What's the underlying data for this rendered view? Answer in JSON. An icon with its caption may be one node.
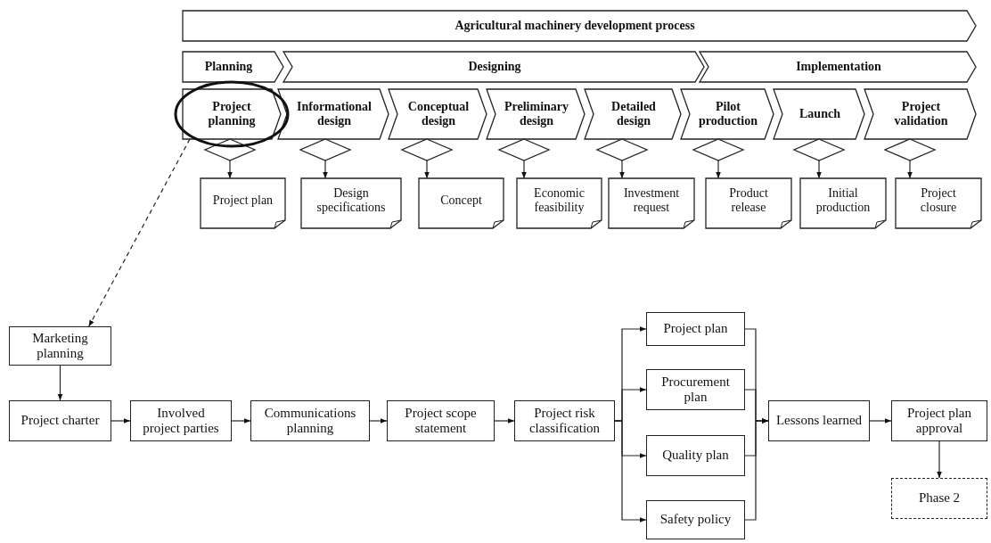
{
  "diagram": {
    "nodes": [
      {
        "text": [
          "Agricultural machinery development process"
        ]
      },
      {
        "text": [
          "Planning"
        ]
      },
      {
        "text": [
          "Designing"
        ]
      },
      {
        "text": [
          "Implementation"
        ]
      },
      {
        "text": [
          "Project planning"
        ]
      },
      {
        "text": [
          "Informational design"
        ]
      },
      {
        "text": [
          "Conceptual design"
        ]
      },
      {
        "text": [
          "Preliminary design"
        ]
      },
      {
        "text": [
          "Detailed design"
        ]
      },
      {
        "text": [
          "Pilot production"
        ]
      },
      {
        "text": [
          "Launch"
        ]
      },
      {
        "text": [
          "Project validation"
        ]
      },
      {
        "text": [],
        "shape": "diamond"
      },
      {
        "text": [],
        "shape": "diamond"
      },
      {
        "text": [],
        "shape": "diamond"
      },
      {
        "text": [],
        "shape": "diamond"
      },
      {
        "text": [],
        "shape": "diamond"
      },
      {
        "text": [],
        "shape": "diamond"
      },
      {
        "text": [],
        "shape": "diamond"
      },
      {
        "text": [],
        "shape": "diamond"
      },
      {
        "text": [
          "Project plan"
        ]
      },
      {
        "text": [
          "Design specifications"
        ]
      },
      {
        "text": [
          "Concept"
        ]
      },
      {
        "text": [
          "Economic feasibility"
        ]
      },
      {
        "text": [
          "Investment request"
        ]
      },
      {
        "text": [
          "Product release"
        ]
      },
      {
        "text": [
          "Initial production"
        ]
      },
      {
        "text": [
          "Project closure"
        ]
      },
      {
        "text": [
          "Marketing planning"
        ]
      },
      {
        "text": [
          "Project charter"
        ]
      },
      {
        "text": [
          "Involved project parties"
        ]
      },
      {
        "text": [
          "Communications planning"
        ]
      },
      {
        "text": [
          "Project scope statement"
        ]
      },
      {
        "text": [
          "Project risk classification"
        ]
      },
      {
        "text": [
          "Project plan"
        ]
      },
      {
        "text": [
          "Procurement plan"
        ]
      },
      {
        "text": [
          "Quality plan"
        ]
      },
      {
        "text": [
          "Safety policy"
        ]
      },
      {
        "text": [
          "Lessons learned"
        ]
      },
      {
        "text": [
          "Project plan approval"
        ]
      },
      {
        "text": [
          "Phase 2"
        ]
      }
    ],
    "edges": [
      {
        "from": 12,
        "to": 20,
        "arrow": "to"
      },
      {
        "from": 13,
        "to": 21,
        "arrow": "to"
      },
      {
        "from": 14,
        "to": 22,
        "arrow": "to"
      },
      {
        "from": 15,
        "to": 23,
        "arrow": "to"
      },
      {
        "from": 16,
        "to": 24,
        "arrow": "to"
      },
      {
        "from": 17,
        "to": 25,
        "arrow": "to"
      },
      {
        "from": 18,
        "to": 26,
        "arrow": "to"
      },
      {
        "from": 19,
        "to": 27,
        "arrow": "to"
      },
      {
        "from": 4,
        "to": 28,
        "arrow": "to",
        "style": "dashed"
      },
      {
        "from": 28,
        "to": 29,
        "arrow": "to"
      },
      {
        "from": 29,
        "to": 30,
        "arrow": "to"
      },
      {
        "from": 30,
        "to": 31,
        "arrow": "to"
      },
      {
        "from": 31,
        "to": 32,
        "arrow": "to"
      },
      {
        "from": 32,
        "to": 33,
        "arrow": "to"
      },
      {
        "from": 33,
        "to": 34,
        "arrow": "to"
      },
      {
        "from": 33,
        "to": 35,
        "arrow": "to"
      },
      {
        "from": 33,
        "to": 36,
        "arrow": "to"
      },
      {
        "from": 33,
        "to": 37,
        "arrow": "to"
      },
      {
        "from": 34,
        "to": 38,
        "arrow": "to"
      },
      {
        "from": 35,
        "to": 38,
        "arrow": "to"
      },
      {
        "from": 36,
        "to": 38,
        "arrow": "to"
      },
      {
        "from": 37,
        "to": 38,
        "arrow": "to"
      },
      {
        "from": 38,
        "to": 39,
        "arrow": "to"
      },
      {
        "from": 39,
        "to": 40,
        "arrow": "to"
      }
    ]
  }
}
